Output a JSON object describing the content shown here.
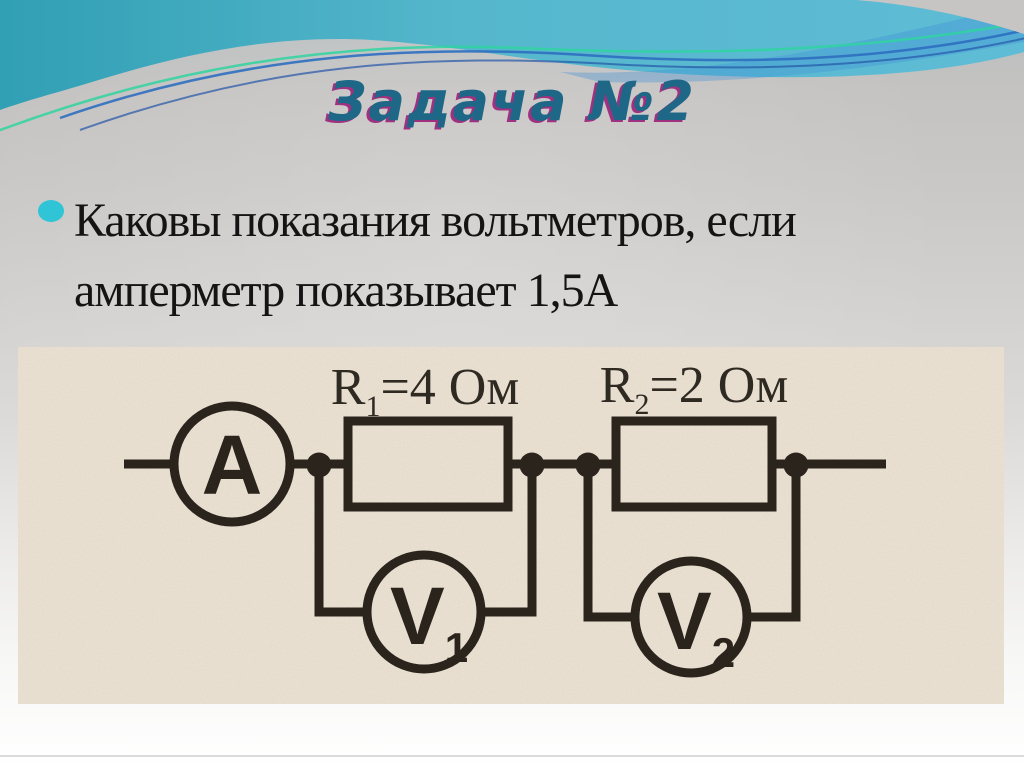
{
  "slide": {
    "title": "Задача №2",
    "bullet": {
      "line1": "Каковы показания вольтметров, если",
      "line2": "амперметр показывает 1,5А"
    }
  },
  "circuit": {
    "ammeter": {
      "label": "A"
    },
    "resistor1": {
      "symbol": "R",
      "subscript": "1",
      "value": "=4 Ом"
    },
    "resistor2": {
      "symbol": "R",
      "subscript": "2",
      "value": "=2 Ом"
    },
    "voltmeter1": {
      "symbol": "V",
      "subscript": "1"
    },
    "voltmeter2": {
      "symbol": "V",
      "subscript": "2"
    }
  },
  "colors": {
    "title_text": "#1e6787",
    "title_shadow": "#a03180",
    "bullet_dot": "#2fc5d6",
    "header_teal_left": "#319fb4",
    "header_teal_right": "#5fbcd6",
    "accent_blue": "#2e6fc0",
    "accent_green": "#2fd3a0",
    "slide_gray": "#cac8c6",
    "paper_background": "#ebe2d4",
    "circuit_ink": "#2a241d",
    "body_text": "#141414"
  }
}
